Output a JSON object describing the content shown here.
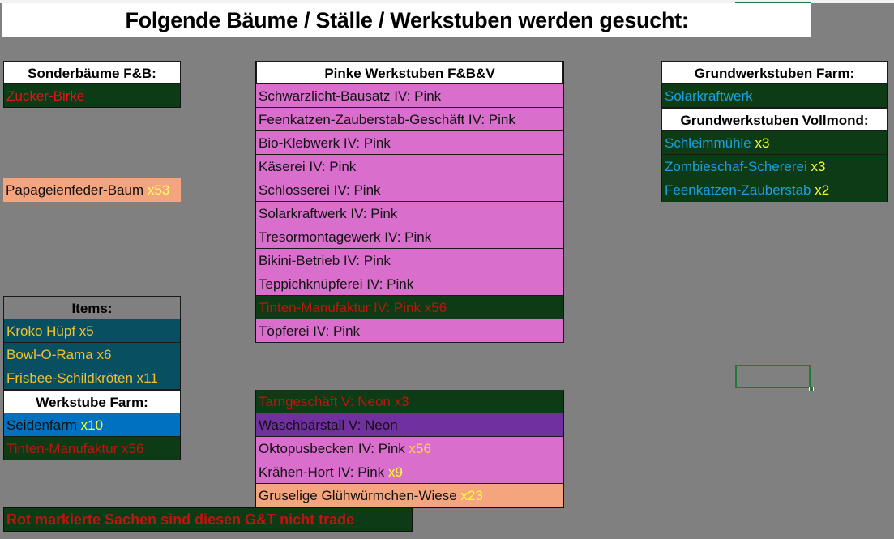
{
  "title": "Folgende Bäume / Ställe / Werkstuben werden gesucht:",
  "sonder": {
    "header": "Sonderbäume F&B:",
    "row1": "Zucker-Birke",
    "row2_name": "Papageienfeder-Baum ",
    "row2_qty": "x53"
  },
  "items": {
    "header": "Items:",
    "rows": [
      {
        "name": "Kroko Hüpf",
        "qty": " x5"
      },
      {
        "name": "Bowl-O-Rama",
        "qty": " x6"
      },
      {
        "name": "Frisbee-Schildkröten",
        "qty": " x11"
      }
    ]
  },
  "werkstube_farm": {
    "header": "Werkstube Farm:",
    "row1_name": "Seidenfarm",
    "row1_qty": " x10",
    "row2": "Tinten-Manufaktur x56"
  },
  "pinke": {
    "header": "Pinke Werkstuben F&B&V",
    "rows": [
      "Schwarzlicht-Bausatz IV: Pink",
      "Feenkatzen-Zauberstab-Geschäft IV: Pink",
      "Bio-Klebwerk IV: Pink",
      "Käserei IV: Pink",
      "Schlosserei IV: Pink",
      "Solarkraftwerk IV: Pink",
      "Tresormontagewerk IV: Pink",
      "Bikini-Betrieb IV: Pink",
      "Teppichknüpferei IV: Pink",
      "Tinten-Manufaktur IV: Pink x56",
      "Töpferei IV: Pink"
    ]
  },
  "lower": {
    "row1": "Tarngeschäft V: Neon x3",
    "row2": "Waschbärstall V: Neon",
    "row3_name": "Oktopusbecken IV: Pink ",
    "row3_qty": "x56",
    "row4_name": "Krähen-Hort IV: Pink ",
    "row4_qty": "x9",
    "row5_name": "Gruselige Glühwürmchen-Wiese ",
    "row5_qty": "x23"
  },
  "grund_farm": {
    "header": "Grundwerkstuben Farm:",
    "row1": "Solarkraftwerk"
  },
  "grund_vollmond": {
    "header": "Grundwerkstuben Vollmond:",
    "rows": [
      {
        "name": "Schleimmühle",
        "qty": " x3"
      },
      {
        "name": "Zombieschaf-Schererei",
        "qty": " x3"
      },
      {
        "name": "Feenkatzen-Zauberstab",
        "qty": " x2"
      }
    ]
  },
  "footer_note": "Rot markierte Sachen sind diesen G&T nicht trade",
  "colors": {
    "background": "#808080",
    "dark_green": "#0d3b16",
    "pink": "#d96ecc",
    "peach": "#f4a57e",
    "teal": "#094f62",
    "blue": "#0070c0",
    "purple": "#7030a0",
    "red_text": "#d81a1a",
    "yellow_text": "#ffff33"
  }
}
